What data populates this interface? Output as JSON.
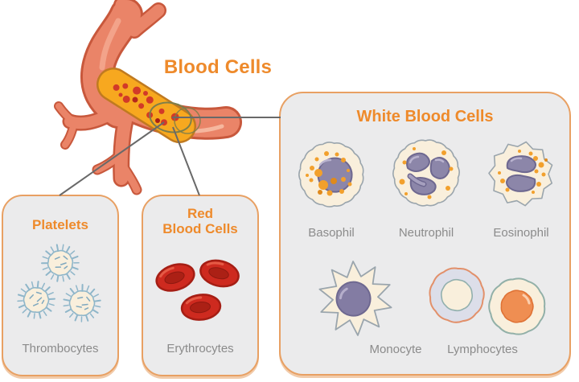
{
  "title": "Blood Cells",
  "colors": {
    "accent": "#EE8A2B",
    "box_border": "#E8A063",
    "box_bg": "#EBEBEC",
    "label": "#8B8B8B",
    "line": "#696969",
    "vessel": "#EA8468",
    "vessel_dark": "#C8583C",
    "vessel_light": "#F4A78E",
    "plasma": "#F7A81F",
    "plasma_dark": "#C07A20",
    "dot_red": "#D23A28",
    "rbc": "#CE2A1F",
    "rbc_dark": "#A51E14",
    "purple": "#8C86A9",
    "purple_dark": "#6E6890",
    "granule": "#F2A02C",
    "teal": "#8FB6C9",
    "cream": "#F9EFDC",
    "cell_outline": "#9AA5AD",
    "ring": "#7E7E4A",
    "lymph_gray": "#DCDEE9",
    "lymph_orange": "#EF8E52",
    "lymph_orange_dark": "#DF7235",
    "outer_orange": "#E2906A"
  },
  "boxes": {
    "platelets": {
      "title": "Platelets",
      "label": "Thrombocytes"
    },
    "red_blood_cells": {
      "title": "Red\nBlood Cells",
      "label": "Erythrocytes"
    },
    "white_blood_cells": {
      "title": "White Blood Cells",
      "cells": [
        {
          "label": "Basophil"
        },
        {
          "label": "Neutrophil"
        },
        {
          "label": "Eosinophil"
        },
        {
          "label": "Monocyte"
        },
        {
          "label": "Lymphocytes"
        }
      ]
    }
  }
}
